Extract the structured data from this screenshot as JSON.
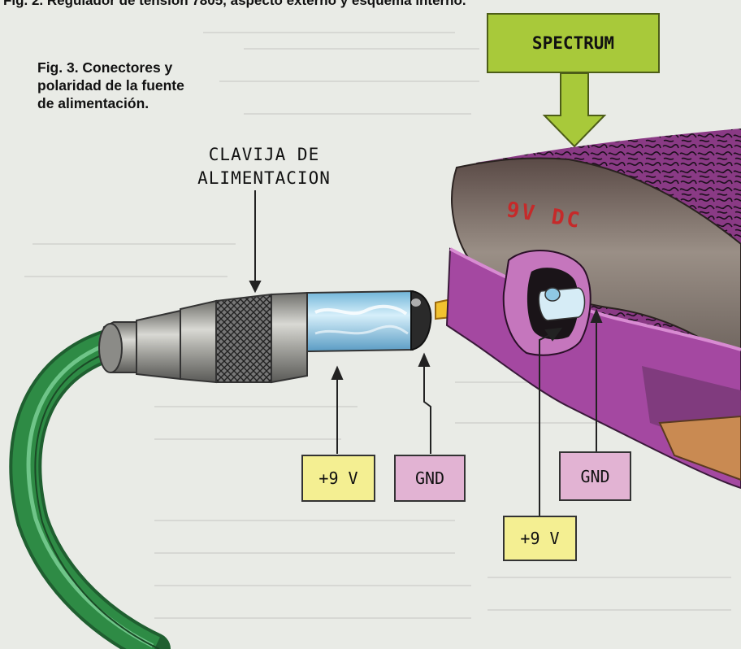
{
  "top_caption": "Fig. 2.   Regulador de tensión 7805, aspecto externo y esquema interno.",
  "figure_caption": [
    "Fig. 3.   Conectores y",
    "polaridad de la fuente",
    "de alimentación."
  ],
  "plug_label": [
    "CLAVIJA  DE",
    "ALIMENTACION"
  ],
  "device_label": "SPECTRUM",
  "socket_marking": "9V DC",
  "plug_positive_label": "+9 V",
  "plug_ground_label": "GND",
  "socket_positive_label": "+9 V",
  "socket_ground_label": "GND",
  "colors": {
    "cable_green": "#2e8b45",
    "plug_metal": "#a9a9a4",
    "plug_tip_blue": "#9fd3ec",
    "device_purple": "#8a3a85",
    "socket_pink": "#c576bd",
    "spectrum_green": "#a8c93a",
    "tag_yellow": "#f4ef92",
    "tag_pink": "#e2b3d3",
    "marking_red": "#c52a2a",
    "arrow_yellow": "#f2c230"
  }
}
